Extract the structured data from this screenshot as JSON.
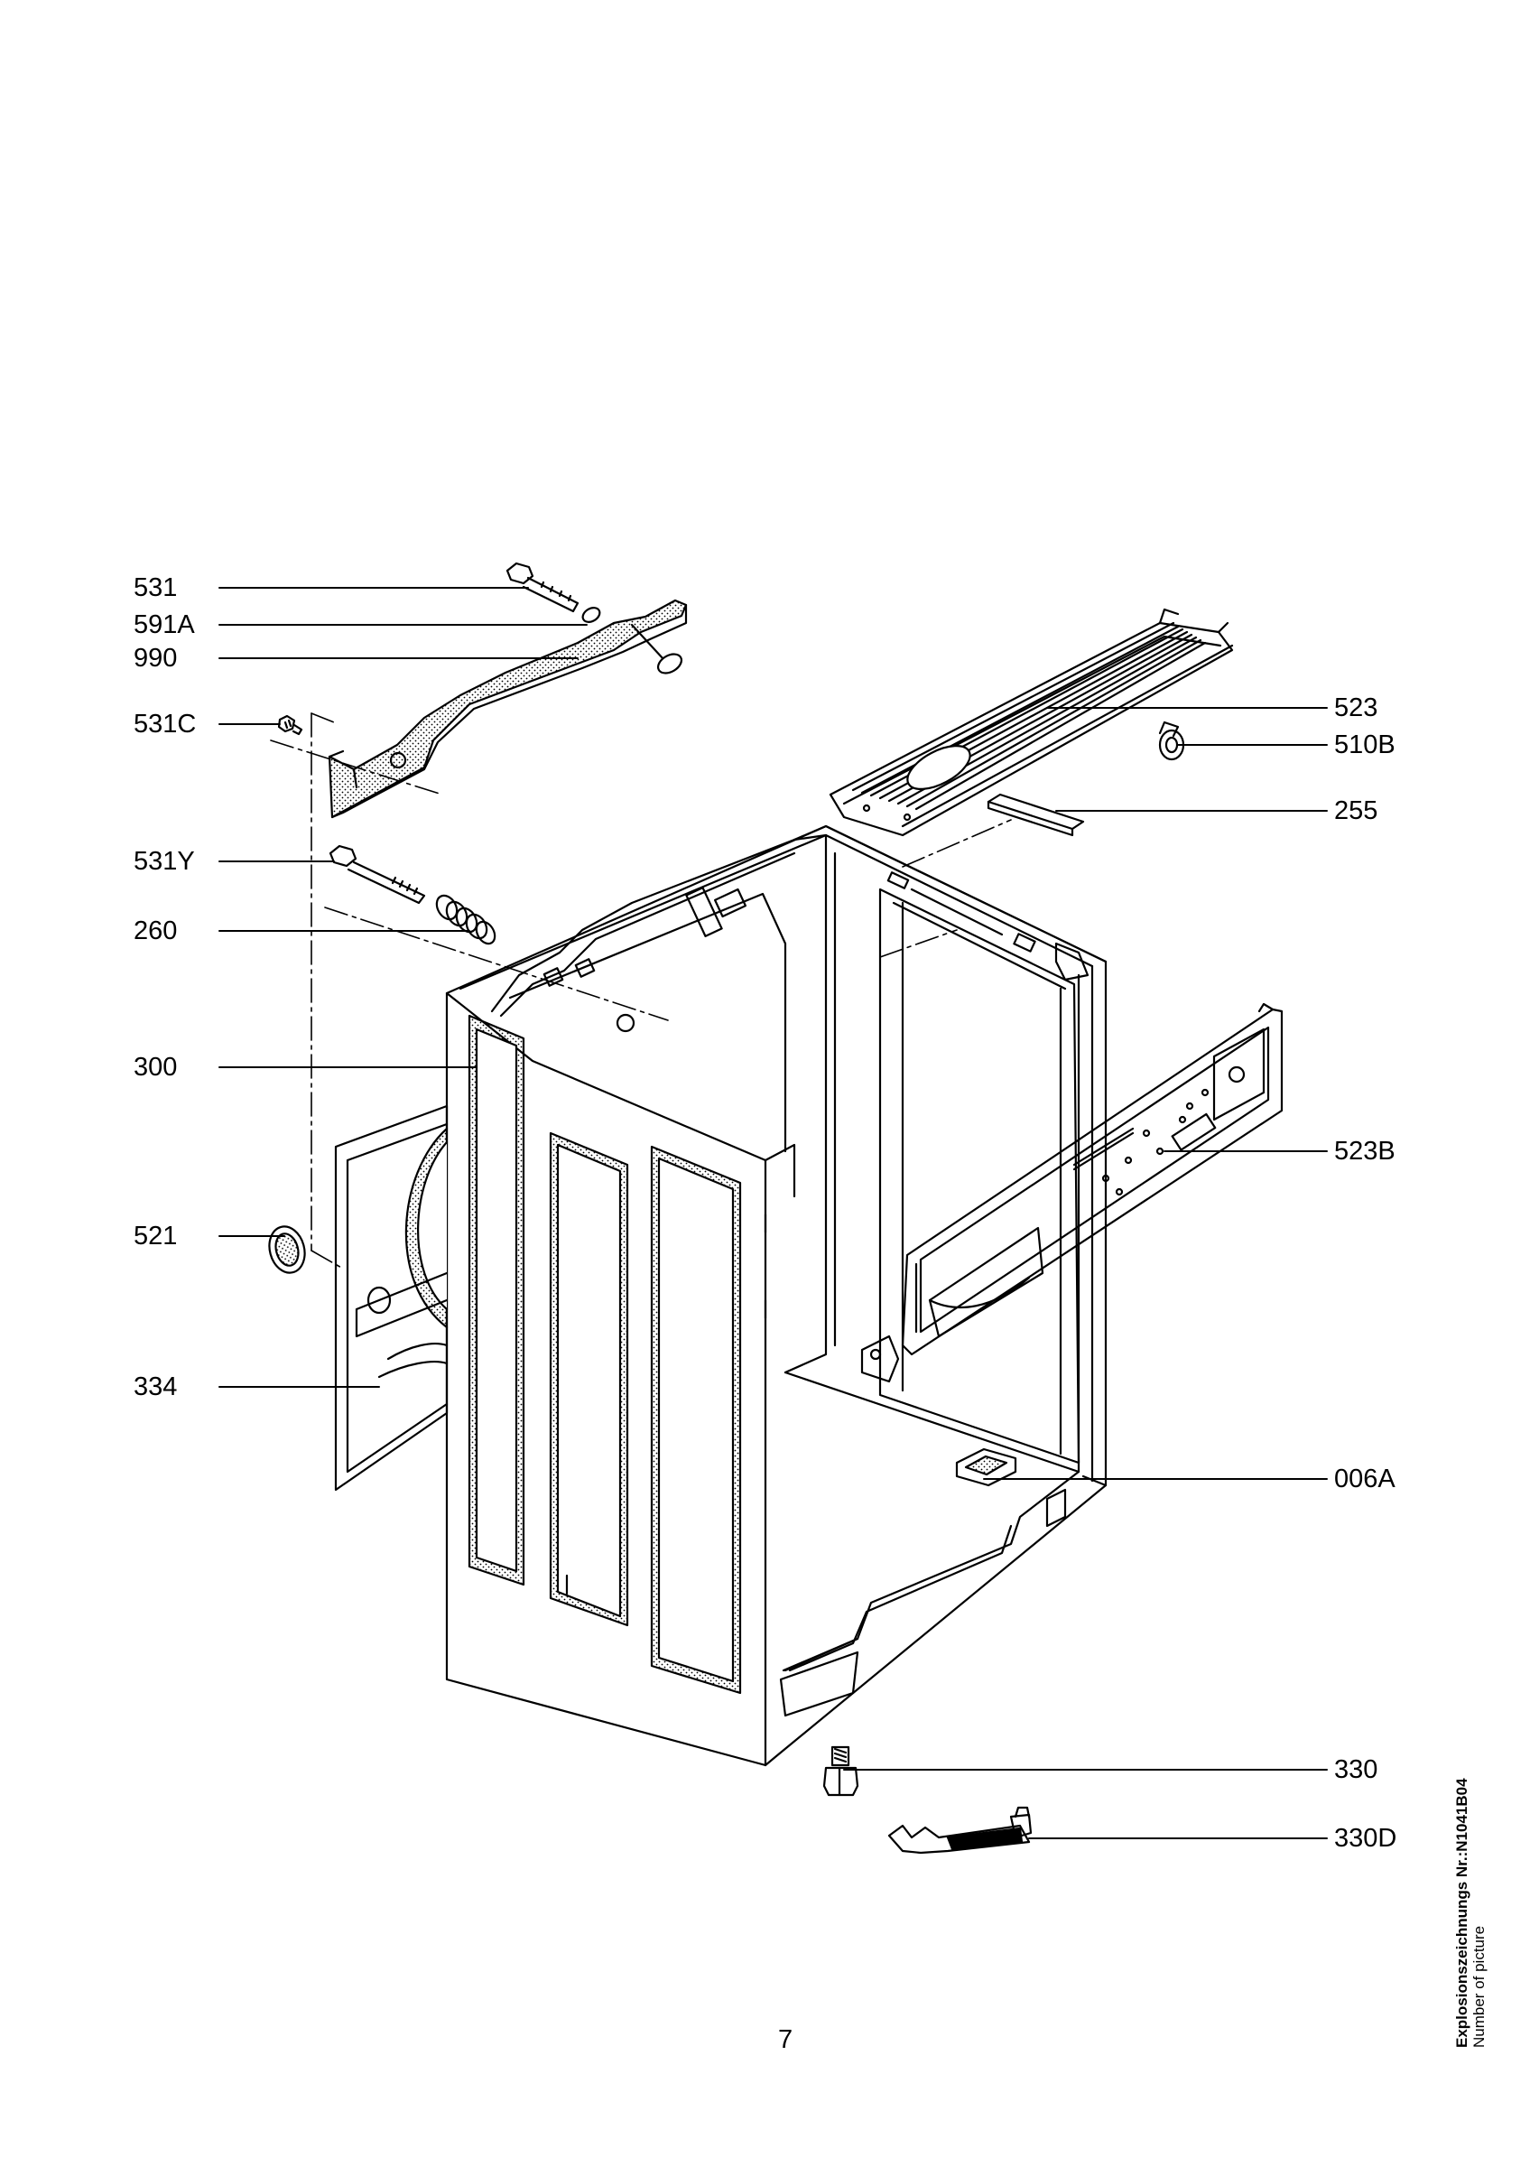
{
  "labels": {
    "l531": "531",
    "l591A": "591A",
    "l990": "990",
    "l531C": "531C",
    "l531Y": "531Y",
    "l260": "260",
    "l300": "300",
    "l521": "521",
    "l334": "334",
    "l523": "523",
    "l510B": "510B",
    "l255": "255",
    "l523B": "523B",
    "l006A": "006A",
    "l330": "330",
    "l330D": "330D"
  },
  "page_number": "7",
  "caption": {
    "title": "Explosionszeichnungs  Nr.:N1041B04",
    "subtitle": "Number of picture"
  }
}
